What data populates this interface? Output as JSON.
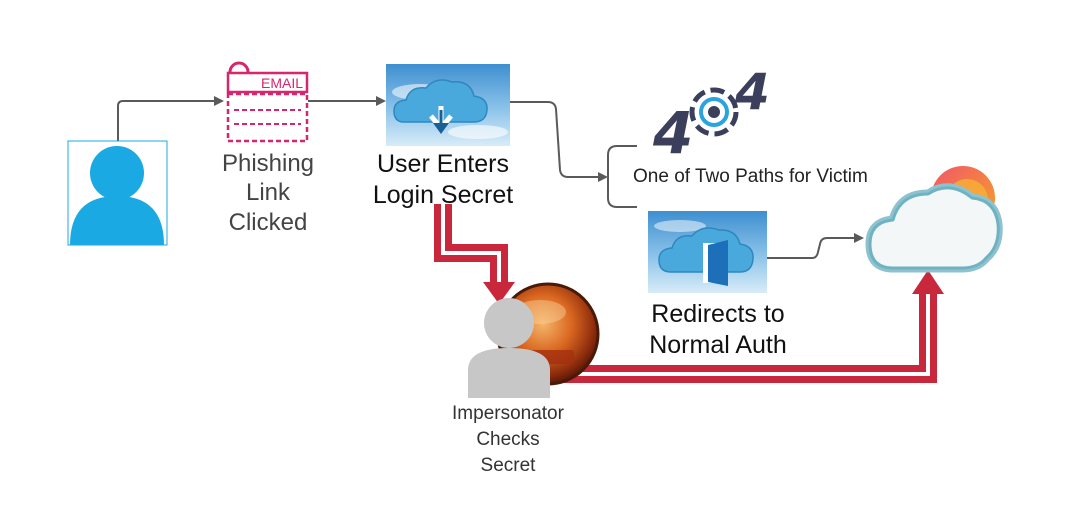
{
  "diagram": {
    "nodes": {
      "user": {
        "icon": "user-icon"
      },
      "email": {
        "icon": "email-icon",
        "badge": "EMAIL",
        "label_lines": [
          "Phishing",
          "Link",
          "Clicked"
        ]
      },
      "login": {
        "icon": "cloud-upload-icon",
        "label_lines": [
          "User Enters",
          "Login Secret"
        ]
      },
      "error": {
        "icon": "error-404-icon",
        "text": "404"
      },
      "paths": {
        "label": "One of Two Paths for Victim"
      },
      "redirect": {
        "icon": "cloud-door-icon",
        "label_lines": [
          "Redirects to",
          "Normal Auth"
        ]
      },
      "impersonator": {
        "icon": "impersonator-icon",
        "label_lines": [
          "Impersonator",
          "Checks",
          "Secret"
        ]
      },
      "auth_cloud": {
        "icon": "auth-cloud-icon"
      }
    },
    "colors": {
      "user_blue": "#1aa9e3",
      "email_pink": "#d6266e",
      "attack_red": "#c9283c",
      "connector_gray": "#5a5a5a",
      "sky_blue": "#5aa8d8"
    }
  }
}
